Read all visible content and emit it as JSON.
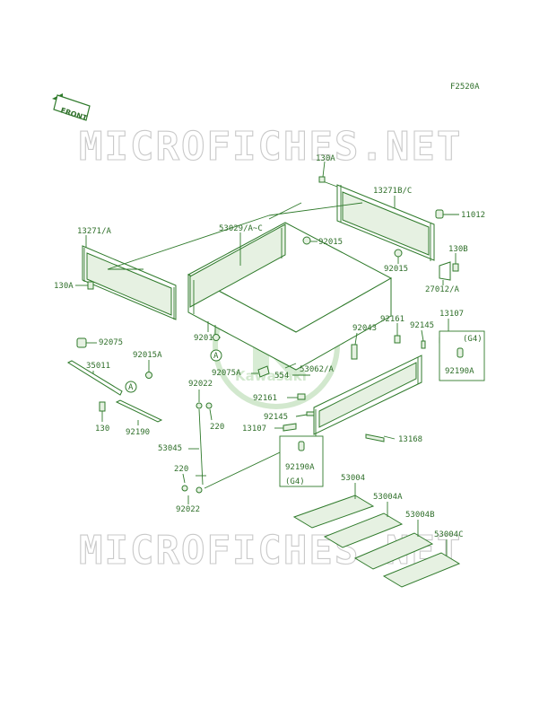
{
  "diagram": {
    "figure_code": "F2520A",
    "front_label": "FRONT",
    "watermark": "MICROFICHES.NET",
    "logo_text": "Kawasaki",
    "labels": {
      "p130A_top": "130A",
      "p13271BC": "13271B/C",
      "p11012": "11012",
      "p13271A": "13271/A",
      "p53029": "53029/A~C",
      "p92015_a": "92015",
      "p130B": "130B",
      "p92015_b": "92015",
      "p130A_left": "130A",
      "p27012A": "27012/A",
      "p92161_a": "92161",
      "p13107_a": "13107",
      "p92145_a": "92145",
      "p92015_c": "92015",
      "p92043": "92043",
      "pG4_a": "(G4)",
      "p92075": "92075",
      "p35011": "35011",
      "p92015A": "92015A",
      "pA_1": "A",
      "pA_2": "A",
      "p92075A": "92075A",
      "p554": "554",
      "p53062A": "53062/A",
      "p92190A_a": "92190A",
      "p92022_a": "92022",
      "p92161_b": "92161",
      "p130": "130",
      "p92190": "92190",
      "p220_a": "220",
      "p92145_b": "92145",
      "p13107_b": "13107",
      "p13168": "13168",
      "p53045": "53045",
      "p92190A_b": "92190A",
      "pG4_b": "(G4)",
      "p220_b": "220",
      "p92022_b": "92022",
      "p53004": "53004",
      "p53004A": "53004A",
      "p53004B": "53004B",
      "p53004C": "53004C"
    }
  }
}
